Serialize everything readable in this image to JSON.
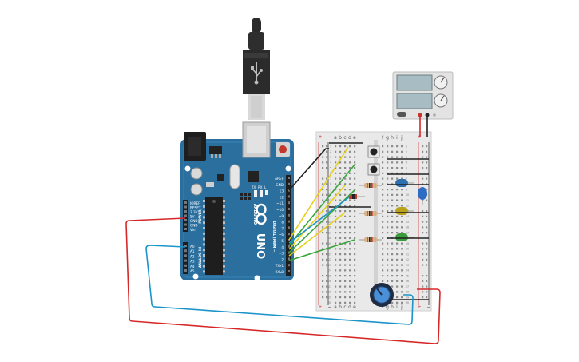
{
  "board": {
    "brand": "ARDUINO",
    "model": "UNO",
    "power_header_title": "POWER",
    "analog_header_title": "ANALOG IN",
    "digital_header_title": "DIGITAL (PWM ~)",
    "power_pins": [
      "IOREF",
      "RESET",
      "3.3V",
      "5V",
      "GND",
      "GND",
      "Vin"
    ],
    "analog_pins": [
      "A0",
      "A1",
      "A2",
      "A3",
      "A4",
      "A5"
    ],
    "digital_pins": [
      "AREF",
      "GND",
      "13",
      "12",
      "~11",
      "~10",
      "~9",
      "8",
      "7",
      "~6",
      "~5",
      "4",
      "~3",
      "2",
      "TX▸1",
      "RX◂0"
    ],
    "tx_label": "TX",
    "rx_label": "RX",
    "l_label": "L"
  },
  "breadboard": {
    "columns_top": [
      "a",
      "b",
      "c",
      "d",
      "e",
      "f",
      "g",
      "h",
      "i",
      "j"
    ],
    "columns_bottom": [
      "a",
      "b",
      "c",
      "d",
      "e",
      "f",
      "g",
      "h",
      "i",
      "j"
    ],
    "rail_plus": "+",
    "rail_minus": "−",
    "row_numbers": [
      "1",
      "2",
      "3",
      "4",
      "5",
      "6",
      "7",
      "8",
      "9",
      "10",
      "11",
      "12",
      "13",
      "14",
      "15",
      "16",
      "17",
      "18",
      "19",
      "20",
      "21",
      "22",
      "23",
      "24",
      "25",
      "26",
      "27",
      "28",
      "29",
      "30"
    ]
  },
  "colors": {
    "board": "#2a6f9e",
    "wire_red": "#d62828",
    "wire_blue": "#1b95c9",
    "wire_yellow": "#e6cf1a",
    "wire_green": "#37a53a",
    "wire_black": "#222222",
    "led_blue": "#2e6fb0",
    "led_yellow": "#b9a11c",
    "led_green": "#3a9c3a"
  },
  "components": {
    "leds": [
      "blue-led",
      "yellow-led",
      "green-led"
    ],
    "resistors": 3,
    "pushbuttons": 2,
    "potentiometer": "potentiometer",
    "capacitor": "blue-capacitor",
    "power_supply": "bench-power-supply",
    "usb_cable": "usb-cable"
  }
}
